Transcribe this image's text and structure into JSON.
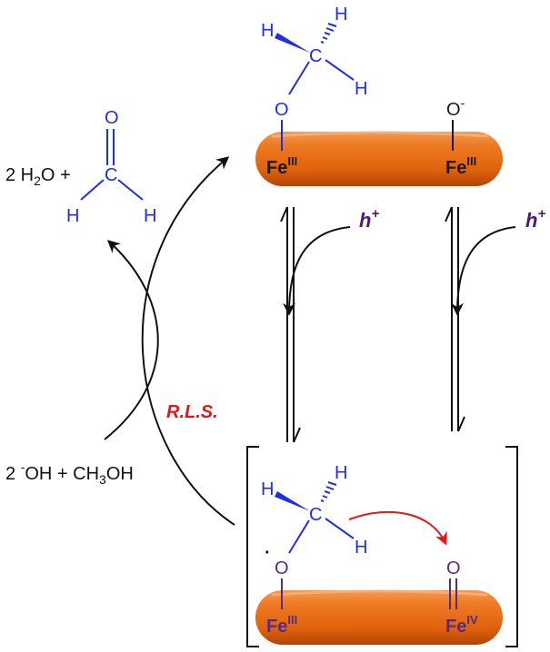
{
  "colors": {
    "molecule": "#1f2ee8",
    "oxo": "#5a2a82",
    "iron_label": "#1a1a1a",
    "hole": "#4b1a78",
    "rls": "#e01818",
    "arrow": "#111111",
    "red_arrow": "#e01818",
    "bar_fill": "#e96a10",
    "bar_shadow": "#b84a06",
    "bar_highlight": "#f6a260"
  },
  "products": {
    "water_prefix": "2 H",
    "water_sub": "2",
    "water_suffix": "O +",
    "formaldehyde_C": "C",
    "formaldehyde_O": "O",
    "formaldehyde_H_left": "H",
    "formaldehyde_H_right": "H"
  },
  "reactants": {
    "prefix": "2 ",
    "charge": "-",
    "hydroxide_text": "OH + CH",
    "methanol_sub": "3",
    "methanol_suffix": "OH"
  },
  "top_state": {
    "methoxy_C": "C",
    "methoxy_O": "O",
    "H_wedge": "H",
    "H_hash": "H",
    "H_lower": "H",
    "oxo_O": "O",
    "oxo_charge": "-",
    "fe_left": "Fe",
    "fe_left_ox": "III",
    "fe_right": "Fe",
    "fe_right_ox": "III"
  },
  "hole_label": {
    "symbol": "h",
    "charge": "+"
  },
  "rls_label": "R.L.S.",
  "bottom_state": {
    "radical_dot": "·",
    "methoxy_C": "C",
    "methoxy_O": "O",
    "H_wedge": "H",
    "H_hash": "H",
    "H_lower": "H",
    "oxo_O": "O",
    "fe_left": "Fe",
    "fe_left_ox": "III",
    "fe_right": "Fe",
    "fe_right_ox": "IV"
  }
}
